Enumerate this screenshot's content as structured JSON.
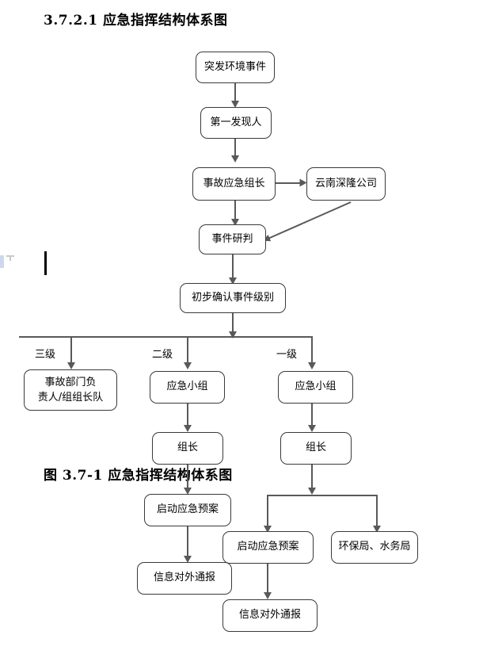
{
  "document": {
    "page_title": "3.7.2.1 应急指挥结构体系图",
    "figure_caption": "图 3.7-1 应急指挥结构体系图"
  },
  "diagram": {
    "type": "flowchart",
    "orientation": "top-down",
    "nodes": {
      "n1": {
        "label": "突发环境事件"
      },
      "n2": {
        "label": "第一发现人"
      },
      "n3": {
        "label": "事故应急组长"
      },
      "n4": {
        "label": "云南深隆公司"
      },
      "n5": {
        "label": "事件研判"
      },
      "n6": {
        "label": "初步确认事件级别"
      },
      "n7": {
        "label": "事故部门负\n责人/组组长队"
      },
      "n8": {
        "label": "应急小组"
      },
      "n9": {
        "label": "应急小组"
      },
      "n10": {
        "label": "组长"
      },
      "n11": {
        "label": "组长"
      },
      "n12": {
        "label": "启动应急预案"
      },
      "n13": {
        "label": "启动应急预案"
      },
      "n14": {
        "label": "环保局、水务局"
      },
      "n15": {
        "label": "信息对外通报"
      },
      "n16": {
        "label": "信息对外通报"
      }
    },
    "branch_labels": {
      "level3": "三级",
      "level2": "二级",
      "level1": "一级"
    },
    "edges": [
      {
        "from": "n1",
        "to": "n2",
        "style": "arrow-down"
      },
      {
        "from": "n2",
        "to": "n3",
        "style": "arrow-down"
      },
      {
        "from": "n3",
        "to": "n4",
        "style": "arrow-right"
      },
      {
        "from": "n3",
        "to": "n5",
        "style": "arrow-down"
      },
      {
        "from": "n4",
        "to": "n5",
        "style": "arrow-diagonal"
      },
      {
        "from": "n5",
        "to": "n6",
        "style": "arrow-down"
      },
      {
        "from": "n6",
        "to": "n7",
        "style": "split-arrow-down",
        "label": "三级"
      },
      {
        "from": "n6",
        "to": "n8",
        "style": "split-arrow-down",
        "label": "二级"
      },
      {
        "from": "n6",
        "to": "n9",
        "style": "split-arrow-down",
        "label": "一级"
      },
      {
        "from": "n8",
        "to": "n10",
        "style": "arrow-down"
      },
      {
        "from": "n9",
        "to": "n11",
        "style": "arrow-down"
      },
      {
        "from": "n10",
        "to": "n12",
        "style": "arrow-down"
      },
      {
        "from": "n11",
        "to": "n13",
        "style": "split-arrow-down"
      },
      {
        "from": "n11",
        "to": "n14",
        "style": "split-arrow-down"
      },
      {
        "from": "n12",
        "to": "n15",
        "style": "arrow-down"
      },
      {
        "from": "n13",
        "to": "n16",
        "style": "arrow-down"
      }
    ],
    "colors": {
      "node_border": "#3a3a3a",
      "node_fill": "#ffffff",
      "connector": "#595959",
      "text": "#000000"
    }
  }
}
